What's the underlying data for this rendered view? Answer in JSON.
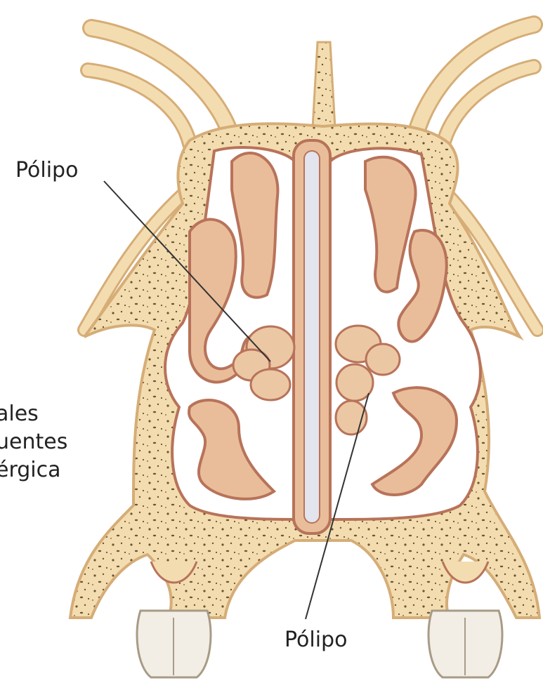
{
  "labels": {
    "polipo_top": "Pólipo",
    "polipo_bottom": "Pólipo",
    "cut_line1": "ales",
    "cut_line2": "uentes",
    "cut_line3": "érgica"
  },
  "colors": {
    "bone": "#f3ddb0",
    "bone_outline": "#d6ad77",
    "mucosa": "#e9bd9a",
    "mucosa_outline": "#b8735a",
    "pore": "#6b5430",
    "cavity": "#ffffff",
    "leader": "#333333",
    "tooth": "#f2eee6"
  }
}
